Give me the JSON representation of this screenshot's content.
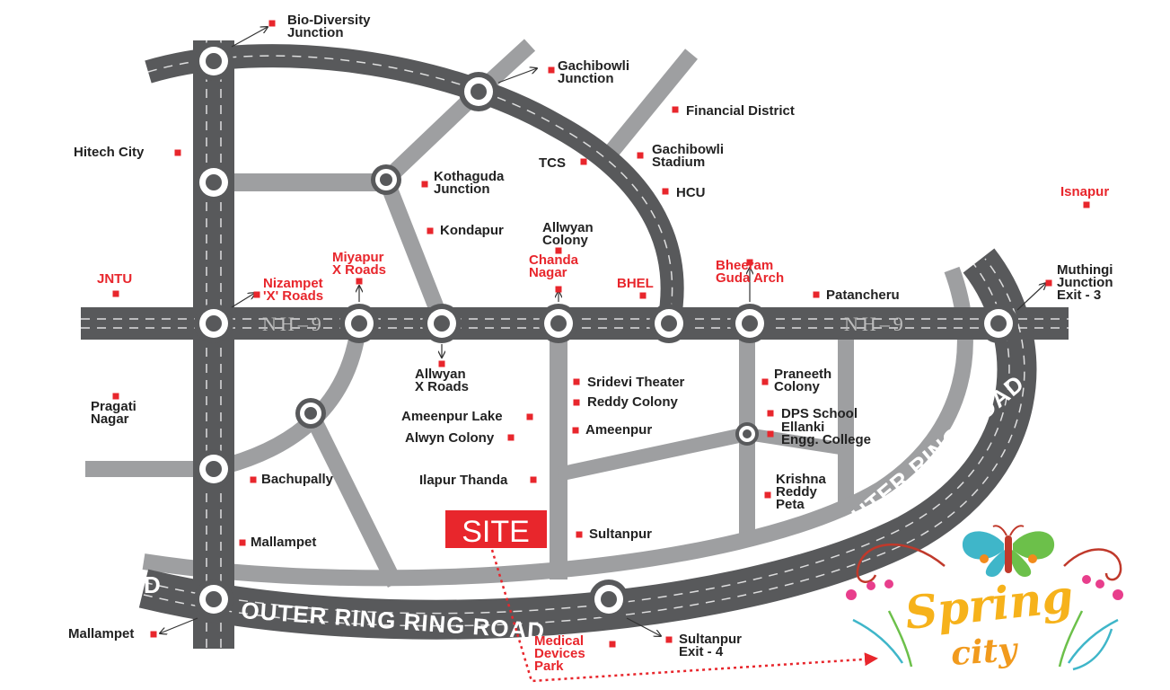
{
  "map": {
    "highways": {
      "nh9_left": "NH–9",
      "nh9_right": "NH–9",
      "orr_bottom": "OUTER RING RING ROAD",
      "orr_right": "OUTER RING ROAD",
      "orr_edge": "D"
    },
    "site": {
      "label": "SITE"
    },
    "brand": {
      "word1": "Spring",
      "word2": "city"
    },
    "landmarks": [
      {
        "id": "bio-diversity",
        "lines": [
          "Bio-Diversity",
          "Junction"
        ],
        "color": "dark"
      },
      {
        "id": "gachibowli-junction",
        "lines": [
          "Gachibowli",
          "Junction"
        ],
        "color": "dark"
      },
      {
        "id": "financial-district",
        "lines": [
          "Financial District"
        ],
        "color": "dark"
      },
      {
        "id": "hitech-city",
        "lines": [
          "Hitech City"
        ],
        "color": "dark"
      },
      {
        "id": "tcs",
        "lines": [
          "TCS"
        ],
        "color": "dark"
      },
      {
        "id": "gachibowli-stadium",
        "lines": [
          "Gachibowli",
          "Stadium"
        ],
        "color": "dark"
      },
      {
        "id": "kothaguda",
        "lines": [
          "Kothaguda",
          "Junction"
        ],
        "color": "dark"
      },
      {
        "id": "hcu",
        "lines": [
          "HCU"
        ],
        "color": "dark"
      },
      {
        "id": "isnapur",
        "lines": [
          "Isnapur"
        ],
        "color": "red"
      },
      {
        "id": "kondapur",
        "lines": [
          "Kondapur"
        ],
        "color": "dark"
      },
      {
        "id": "allwyn-colony-top",
        "lines": [
          "Allwyan",
          "Colony"
        ],
        "color": "dark"
      },
      {
        "id": "miyapur",
        "lines": [
          "Miyapur",
          "X Roads"
        ],
        "color": "red"
      },
      {
        "id": "chanda-nagar",
        "lines": [
          "Chanda",
          "Nagar"
        ],
        "color": "red"
      },
      {
        "id": "bheeram-guda",
        "lines": [
          "Bheeram",
          "Guda Arch"
        ],
        "color": "red"
      },
      {
        "id": "muthingi",
        "lines": [
          "Muthingi",
          "Junction",
          "Exit - 3"
        ],
        "color": "dark"
      },
      {
        "id": "jntu",
        "lines": [
          "JNTU"
        ],
        "color": "red"
      },
      {
        "id": "nizampet",
        "lines": [
          "Nizampet",
          "'X' Roads"
        ],
        "color": "red"
      },
      {
        "id": "bhel",
        "lines": [
          "BHEL"
        ],
        "color": "red"
      },
      {
        "id": "patancheru",
        "lines": [
          "Patancheru"
        ],
        "color": "dark"
      },
      {
        "id": "allwyn-x-roads",
        "lines": [
          "Allwyan",
          "X Roads"
        ],
        "color": "dark"
      },
      {
        "id": "sridevi",
        "lines": [
          "Sridevi Theater"
        ],
        "color": "dark"
      },
      {
        "id": "praneeth",
        "lines": [
          "Praneeth",
          "Colony"
        ],
        "color": "dark"
      },
      {
        "id": "pragati-nagar",
        "lines": [
          "Pragati",
          "Nagar"
        ],
        "color": "dark"
      },
      {
        "id": "reddy-colony",
        "lines": [
          "Reddy Colony"
        ],
        "color": "dark"
      },
      {
        "id": "ameenpur-lake",
        "lines": [
          "Ameenpur Lake"
        ],
        "color": "dark"
      },
      {
        "id": "dps-school",
        "lines": [
          "DPS School"
        ],
        "color": "dark"
      },
      {
        "id": "ameenpur",
        "lines": [
          "Ameenpur"
        ],
        "color": "dark"
      },
      {
        "id": "ellanki",
        "lines": [
          "Ellanki",
          "Engg. College"
        ],
        "color": "dark"
      },
      {
        "id": "alwyn-colony",
        "lines": [
          "Alwyn Colony"
        ],
        "color": "dark"
      },
      {
        "id": "bachupally",
        "lines": [
          "Bachupally"
        ],
        "color": "dark"
      },
      {
        "id": "ilapur-thanda",
        "lines": [
          "Ilapur Thanda"
        ],
        "color": "dark"
      },
      {
        "id": "krishna-reddy-peta",
        "lines": [
          "Krishna",
          "Reddy",
          "Peta"
        ],
        "color": "dark"
      },
      {
        "id": "sultanpur",
        "lines": [
          "Sultanpur"
        ],
        "color": "dark"
      },
      {
        "id": "mallampet-mid",
        "lines": [
          "Mallampet"
        ],
        "color": "dark"
      },
      {
        "id": "mallampet-bottom",
        "lines": [
          "Mallampet"
        ],
        "color": "dark"
      },
      {
        "id": "medical-devices",
        "lines": [
          "Medical",
          "Devices",
          "Park"
        ],
        "color": "red"
      },
      {
        "id": "sultanpur-exit",
        "lines": [
          "Sultanpur",
          "Exit - 4"
        ],
        "color": "dark"
      }
    ],
    "colors": {
      "road_dark": "#58595b",
      "road_light": "#9e9fa1",
      "marker_red": "#e8262c",
      "site_red": "#e8262c"
    }
  }
}
